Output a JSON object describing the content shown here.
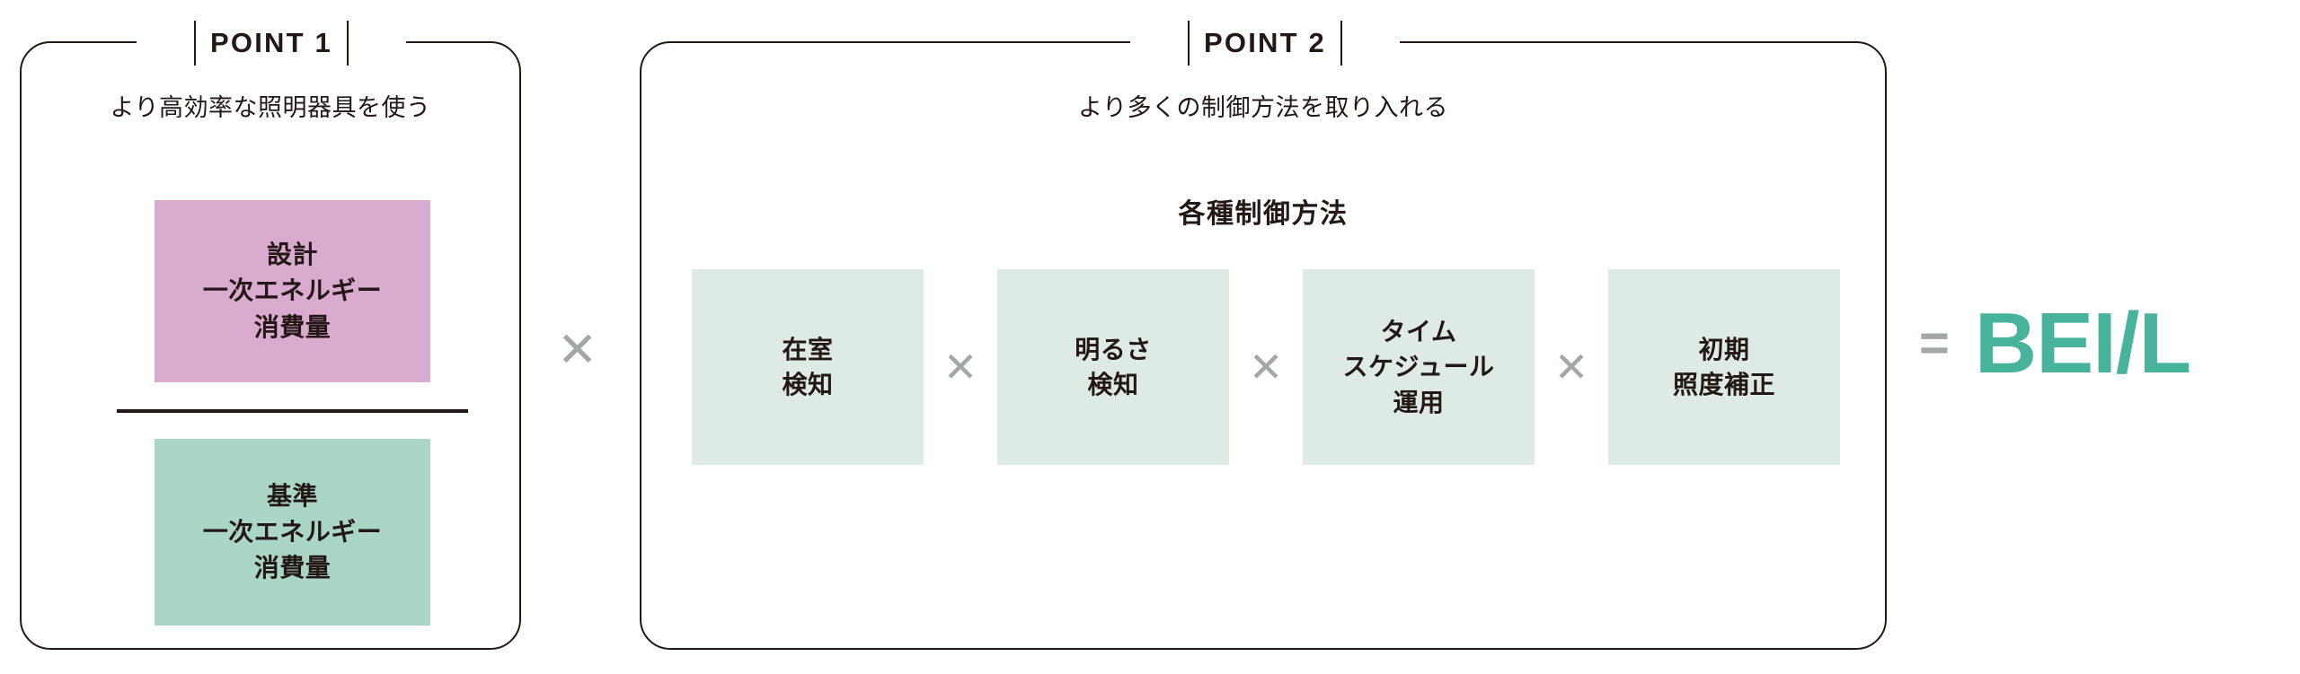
{
  "diagram": {
    "title": "BEI/L calculation diagram",
    "colors": {
      "panel_border": "#231815",
      "numerator_box": "#D9ABCE",
      "denominator_box": "#A9D6C6",
      "control_box": "#DEEBE5",
      "operator_gray": "#A3A7A6",
      "result_teal": "#46B39A",
      "text": "#231815"
    }
  },
  "point1": {
    "badge": "POINT 1",
    "lead": "より高効率な照明器具を使う",
    "fraction": {
      "numerator": {
        "line1": "設計",
        "line2": "一次エネルギー",
        "line3": "消費量"
      },
      "denominator": {
        "line1": "基準",
        "line2": "一次エネルギー",
        "line3": "消費量"
      }
    }
  },
  "operators": {
    "multiply": "✕",
    "equals": "=",
    "between_points": "✕"
  },
  "point2": {
    "badge": "POINT 2",
    "lead": "より多くの制御方法を取り入れる",
    "section_title": "各種制御方法",
    "controls": [
      {
        "line1": "在室",
        "line2": "検知",
        "line3": ""
      },
      {
        "line1": "明るさ",
        "line2": "検知",
        "line3": ""
      },
      {
        "line1": "タイム",
        "line2": "スケジュール",
        "line3": "運用"
      },
      {
        "line1": "初期",
        "line2": "照度補正",
        "line3": ""
      }
    ]
  },
  "result": {
    "equals": "=",
    "label": "BEI/L"
  }
}
